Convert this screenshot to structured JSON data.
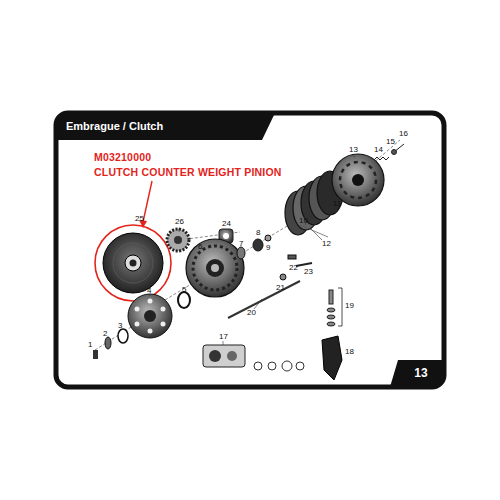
{
  "diagram": {
    "title": "Embrague / Clutch",
    "labels": [
      "M03210000",
      "CLUTCH COUNTER WEIGHT PINION",
      "25",
      "26",
      "24",
      "6",
      "7",
      "8",
      "9",
      "10",
      "11",
      "12",
      "13",
      "14",
      "15",
      "16",
      "22",
      "23",
      "21",
      "20",
      "19",
      "18",
      "17",
      "4",
      "5",
      "3",
      "2",
      "1",
      "13"
    ]
  }
}
